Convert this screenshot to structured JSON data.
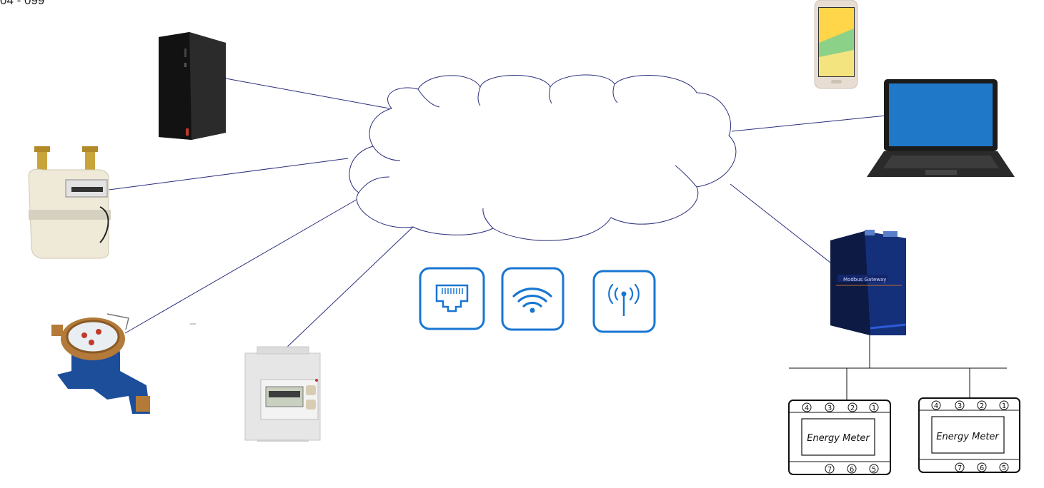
{
  "corner_text": "04 - 099",
  "cloud": {
    "stroke": "#2a2f7a"
  },
  "links_color": "#2a2f7a",
  "connection_icons": [
    {
      "name": "ethernet-icon",
      "color": "#1876d2"
    },
    {
      "name": "wifi-icon",
      "color": "#1876d2"
    },
    {
      "name": "cellular-antenna-icon",
      "color": "#1876d2"
    }
  ],
  "devices": [
    {
      "name": "desktop-tower-computer"
    },
    {
      "name": "gas-meter"
    },
    {
      "name": "water-meter"
    },
    {
      "name": "din-rail-electricity-meter"
    },
    {
      "name": "smartphone"
    },
    {
      "name": "laptop"
    },
    {
      "name": "modbus-gateway",
      "label": "Modbus Gateway"
    }
  ],
  "energy_meters": [
    {
      "label": "Energy Meter",
      "top_pins": [
        "4",
        "3",
        "2",
        "1"
      ],
      "bottom_pins": [
        "7",
        "6",
        "5"
      ]
    },
    {
      "label": "Energy Meter",
      "top_pins": [
        "4",
        "3",
        "2",
        "1"
      ],
      "bottom_pins": [
        "7",
        "6",
        "5"
      ]
    }
  ]
}
